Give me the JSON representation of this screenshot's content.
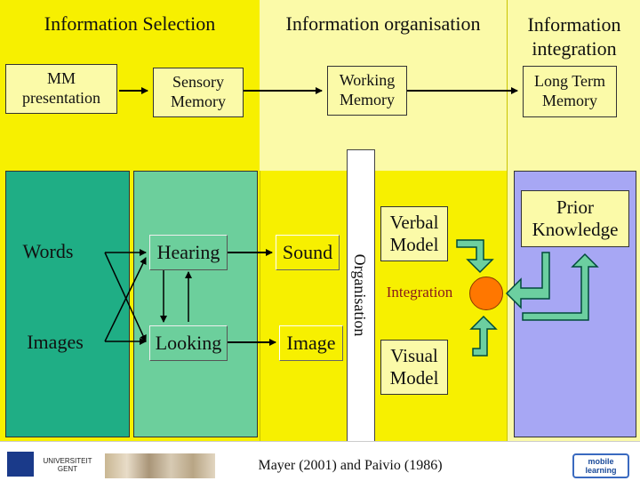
{
  "columns": {
    "selection": "Information Selection",
    "organisation": "Information organisation",
    "integration": "Information integration"
  },
  "stages": {
    "mm_presentation": "MM presentation",
    "sensory_memory": "Sensory Memory",
    "working_memory": "Working Memory",
    "long_term_memory": "Long Term Memory"
  },
  "words": {
    "words": "Words",
    "images": "Images",
    "hearing": "Hearing",
    "looking": "Looking",
    "sound": "Sound",
    "image": "Image"
  },
  "organisation_label": "Organisation",
  "models": {
    "verbal": "Verbal Model",
    "visual": "Visual Model"
  },
  "integration_label": "Integration",
  "prior_knowledge": "Prior Knowledge",
  "citation": "Mayer (2001) and Paivio (1986)",
  "footer_logos": {
    "university": "UNIVERSITEIT GENT",
    "mobile": "mobile learning"
  },
  "colors": {
    "yellow": "#f7f000",
    "pale_yellow": "#fbfaa8",
    "teal": "#1fae85",
    "light_green": "#6ccf9c",
    "lavender": "#a7a7f4",
    "orange": "#ff7700",
    "arrow_green": "#6ccfa0"
  }
}
